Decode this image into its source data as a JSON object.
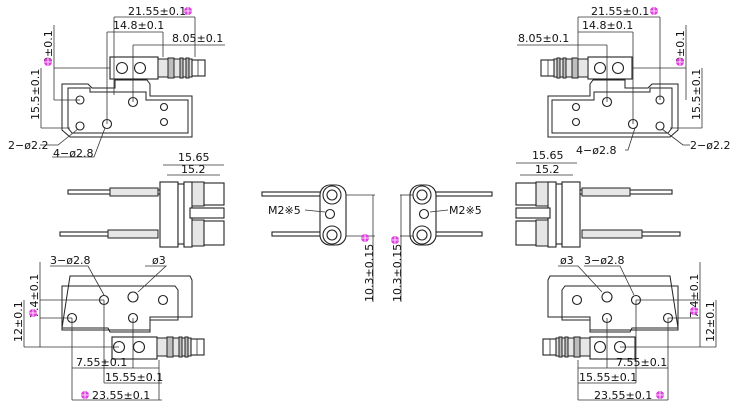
{
  "colors": {
    "line": "#222222",
    "critical_marker": "#e040e0",
    "background": "#ffffff"
  },
  "top_left_view": {
    "dim_overall": "21.55±0.1",
    "dim_mid": "14.8±0.1",
    "dim_short": "8.05±0.1",
    "dim_vertical_a": "9±0.1",
    "dim_vertical_b": "15.5±0.1",
    "callout_small_holes": "2−ø2.2",
    "callout_large_holes": "4−ø2.8"
  },
  "top_right_view": {
    "dim_overall": "21.55±0.1",
    "dim_mid": "14.8±0.1",
    "dim_short": "8.05±0.1",
    "dim_vertical_a": "9±0.1",
    "dim_vertical_b": "15.5±0.1",
    "callout_small_holes": "2−ø2.2",
    "callout_large_holes": "4−ø2.8"
  },
  "side_left_view": {
    "dim_outer": "15.65",
    "dim_inner": "15.2"
  },
  "side_right_view": {
    "dim_outer": "15.65",
    "dim_inner": "15.2"
  },
  "end_left_view": {
    "screw_label": "M2※5",
    "dim_vertical": "10.3±0.15"
  },
  "end_right_view": {
    "screw_label": "M2※5",
    "dim_vertical": "10.3±0.15"
  },
  "bottom_left_view": {
    "callout_holes": "3−ø2.8",
    "callout_hole_single": "ø3",
    "dim_vertical_a": "7.4±0.1",
    "dim_vertical_b": "12±0.1",
    "dim_h1": "7.55±0.1",
    "dim_h2": "15.55±0.1",
    "dim_h3": "23.55±0.1"
  },
  "bottom_right_view": {
    "callout_holes": "3−ø2.8",
    "callout_hole_single": "ø3",
    "dim_vertical_a": "7.4±0.1",
    "dim_vertical_b": "12±0.1",
    "dim_h1": "7.55±0.1",
    "dim_h2": "15.55±0.1",
    "dim_h3": "23.55±0.1"
  }
}
